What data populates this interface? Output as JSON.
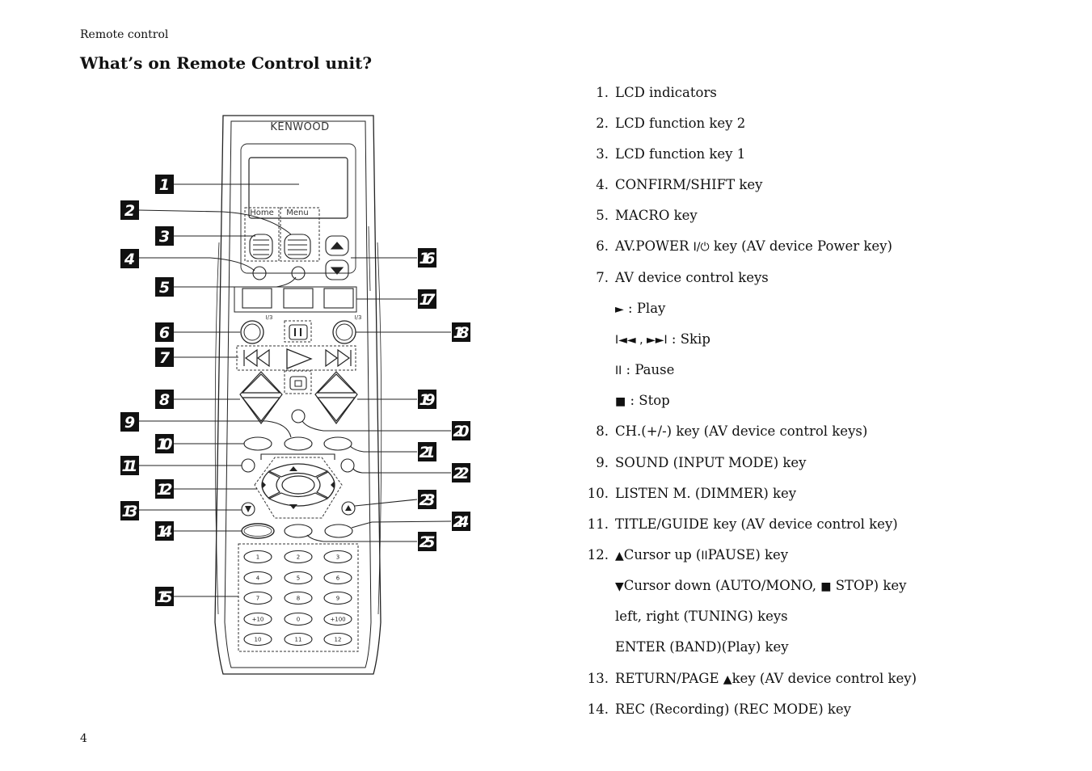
{
  "page": {
    "header": "Remote control",
    "title": "What’s on Remote Control unit?",
    "page_number": "4"
  },
  "remote": {
    "brand": "KENWOOD",
    "home_label": "Home",
    "menu_label": "Menu",
    "i3_label": "I/3",
    "numpad": [
      "1",
      "2",
      "3",
      "4",
      "5",
      "6",
      "7",
      "8",
      "9",
      "+10",
      "0",
      "+100",
      "10",
      "11",
      "12"
    ],
    "callouts": [
      "1",
      "2",
      "3",
      "4",
      "5",
      "6",
      "7",
      "8",
      "9",
      "10",
      "11",
      "12",
      "13",
      "14",
      "15",
      "16",
      "17",
      "18",
      "19",
      "20",
      "21",
      "22",
      "23",
      "24",
      "25"
    ]
  },
  "items": [
    {
      "num": "1.",
      "text": "LCD indicators"
    },
    {
      "num": "2.",
      "text": "LCD function key 2"
    },
    {
      "num": "3.",
      "text": "LCD function key 1"
    },
    {
      "num": "4.",
      "text": "CONFIRM/SHIFT key"
    },
    {
      "num": "5.",
      "text": "MACRO key"
    },
    {
      "num": "6.",
      "text_before": "AV.POWER ",
      "symbol": "I/⏻",
      "text_after": " key (AV device Power key)"
    },
    {
      "num": "7.",
      "text": "AV device control keys"
    },
    {
      "sym": "►",
      "text": " : Play"
    },
    {
      "sym": "I◄◄ , ►►I",
      "text": " : Skip"
    },
    {
      "sym": "II",
      "text": " : Pause"
    },
    {
      "sym": "■",
      "text": " : Stop"
    },
    {
      "num": "8.",
      "text": "CH.(+/-) key (AV device control keys)"
    },
    {
      "num": "9.",
      "text": "SOUND (INPUT MODE) key"
    },
    {
      "num": "10.",
      "text": "LISTEN M. (DIMMER) key"
    },
    {
      "num": "11.",
      "text": "TITLE/GUIDE key (AV device control key)"
    },
    {
      "num": "12.",
      "sym": "▲",
      "text_before": "Cursor up (",
      "sym2": "II",
      "text_after": "PAUSE) key"
    },
    {
      "sym": "▼",
      "text_before": "Cursor down (AUTO/MONO, ",
      "sym2": "■",
      "text_after": "  STOP) key"
    },
    {
      "text": "left, right (TUNING) keys"
    },
    {
      "text": "ENTER (BAND)(Play) key"
    },
    {
      "num": "13.",
      "text_before": "RETURN/PAGE ",
      "sym": "▲",
      "text_after": "key (AV device control key)"
    },
    {
      "num": "14.",
      "text": "REC (Recording) (REC MODE) key"
    }
  ]
}
